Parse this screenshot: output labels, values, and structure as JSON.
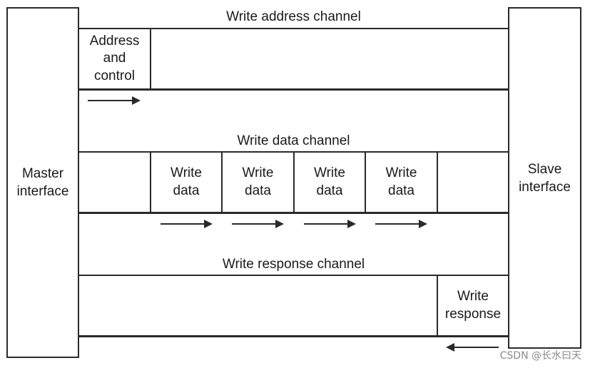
{
  "master_interface": {
    "label": "Master\ninterface"
  },
  "slave_interface": {
    "label": "Slave\ninterface"
  },
  "write_address_channel": {
    "title": "Write address channel",
    "cells": [
      "Address\nand\ncontrol"
    ]
  },
  "write_data_channel": {
    "title": "Write data channel",
    "cells": [
      "Write\ndata",
      "Write\ndata",
      "Write\ndata",
      "Write\ndata"
    ]
  },
  "write_response_channel": {
    "title": "Write response channel",
    "cells": [
      "Write\nresponse"
    ]
  },
  "watermark": "CSDN @长水曰天"
}
